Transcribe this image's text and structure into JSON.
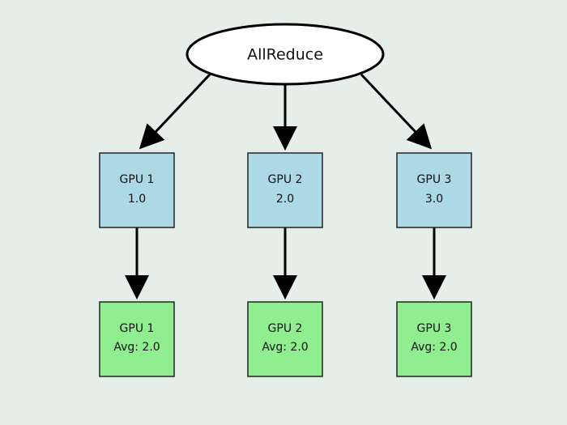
{
  "root": {
    "label": "AllReduce"
  },
  "inputs": [
    {
      "name": "GPU 1",
      "value": "1.0"
    },
    {
      "name": "GPU 2",
      "value": "2.0"
    },
    {
      "name": "GPU 3",
      "value": "3.0"
    }
  ],
  "outputs": [
    {
      "name": "GPU 1",
      "value": "Avg: 2.0"
    },
    {
      "name": "GPU 2",
      "value": "Avg: 2.0"
    },
    {
      "name": "GPU 3",
      "value": "Avg: 2.0"
    }
  ],
  "colors": {
    "background": "#e5eee8",
    "input_fill": "#add8e6",
    "output_fill": "#90ee90",
    "root_fill": "#ffffff"
  }
}
